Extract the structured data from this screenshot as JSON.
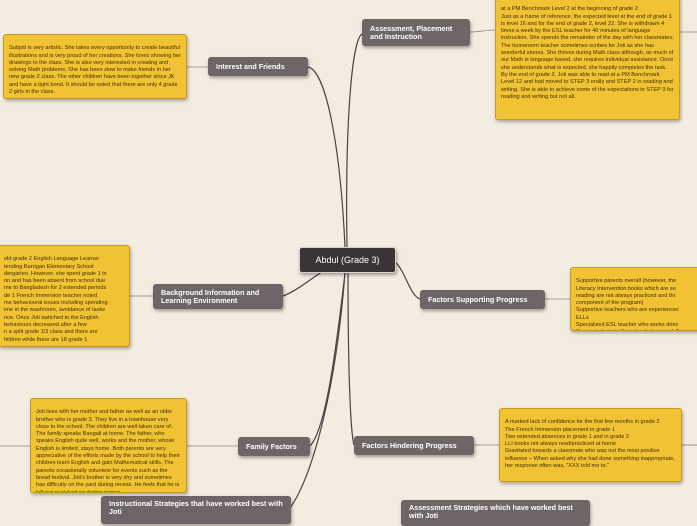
{
  "center": {
    "label": "Abdul  (Grade 3)"
  },
  "topics": {
    "assessment": "Assessment, Placement and Instruction",
    "interest": "Interest and Friends",
    "background": "Background Information and Learning Environment",
    "supporting": "Factors Supporting Progress",
    "family": "Family Factors",
    "hindering": "Factors Hindering Progress",
    "instructional": "Instructional Strategies that have worked best with Joti",
    "assess_strategies": "Assessment Strategies which have worked best with Joti"
  },
  "notes": {
    "assessment": "at a PM Benchmark Level 2 at the beginning of grade 2.\nJust as a frame of reference, the expected level at the end of grade 1 is level 16 and for the end of grade 2, level 22. She is withdrawn 4 times a week by the ESL teacher for 40 minutes of language instruction. She spends the remainder of the day with her classmates. The homeroom teacher sometimes scribes for Joti as she has wonderful stories. She thrives during Math class although, as much of our Math is language based, she requires individual assistance. Once she understands what is expected, she happily completes the task.\nBy the end of grade 2, Joti was able to read at a PM Benchmark Level 12 and had moved to STEP 3 orally and STEP 2 in reading and writing. She is able to achieve some of the expectations in STEP 3 for reading and writing but not all.",
    "interest": "Subjoti is very artistic. She takes every opportunity to create beautiful illustrations and is very proud of her creations. She loves showing her drawings to the class. She is also very interested in creating and solving Math problems. She has been slow to make friends in her new grade 2 class. The other children have been together since JK and have a tight bond. It should be noted that there are only 4 grade 2 girls in the class.",
    "background": "old grade 2 English Language Learner\ntending Barrigan Elementary School\ndergarten. However, she spent grade 1 in\non and has been absent from school due\nme to Bangladesh for 2 extended periods\nde 1 French Immersion teacher noted\nme behavioural issues including spending\nime in the washroom, avoidance of tasks\nnce. Once Joti switched to the English\nbehaviours decreased after a few\nn a split grade 1/2 class and there are\nhildren while there are 18 grade 1",
    "supporting": "Supportive parents overall (however, the\nLiteracy Intervention books which are se\nreading are not always practiced and thi\ncomponent of the program)\nSupportive teachers who are experiencec\nELLs\nSpecialized ESL teacher who works direc\nSome students in the school who speak B",
    "family": "Joti lives with her mother and father as well as an older brother who is grade 3. They live in a townhouse very close to the school. The children are well taken care of. The family speaks Bangali at home. The father, who speaks English quite well, works and the mother, whose English is limited, stays home. Both parents are very appreciative of the efforts made by the school to help their children learn English and gain Mathematical skills. The parents occasionally volunteer for events such as the bread festival. Joti's brother is very shy and sometimes has difficulty on the yard during recess. He feels that he is left out or picked on during games.",
    "hindering": "A marked lack of confidence for the first few months in grade 2\nThe French Immersion placement in grade 1\nTwo extended absences in grade 1 and in grade 2\nLLI books not always read/practiced at home\nGravitated towards a classmate who was not the most positive influence – When asked why she had done something inappropriate, her response often was, \"XXX told me to.\""
  }
}
